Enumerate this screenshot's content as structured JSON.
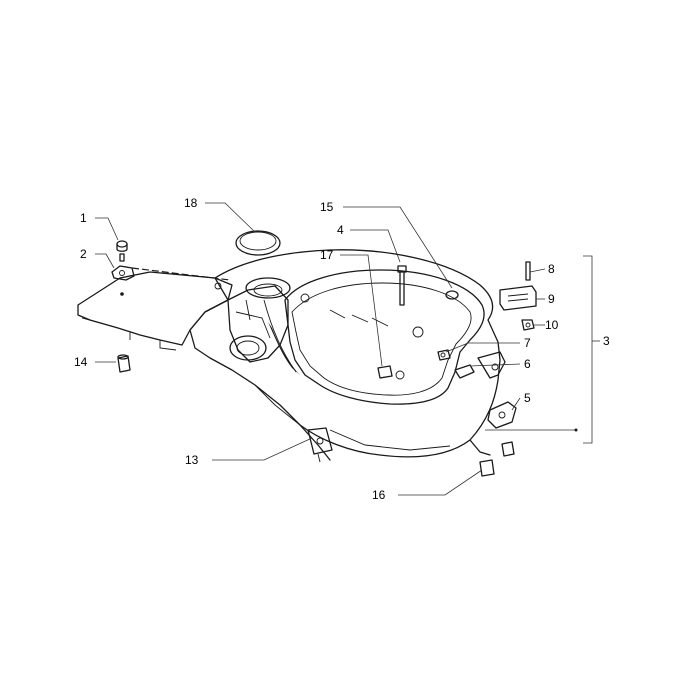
{
  "callouts": [
    {
      "id": "1",
      "label": "1"
    },
    {
      "id": "2",
      "label": "2"
    },
    {
      "id": "3",
      "label": "3"
    },
    {
      "id": "4",
      "label": "4"
    },
    {
      "id": "5",
      "label": "5"
    },
    {
      "id": "6",
      "label": "6"
    },
    {
      "id": "7",
      "label": "7"
    },
    {
      "id": "8",
      "label": "8"
    },
    {
      "id": "9",
      "label": "9"
    },
    {
      "id": "10",
      "label": "10"
    },
    {
      "id": "13",
      "label": "13"
    },
    {
      "id": "14",
      "label": "14"
    },
    {
      "id": "15",
      "label": "15"
    },
    {
      "id": "16",
      "label": "16"
    },
    {
      "id": "17",
      "label": "17"
    },
    {
      "id": "18",
      "label": "18"
    }
  ]
}
